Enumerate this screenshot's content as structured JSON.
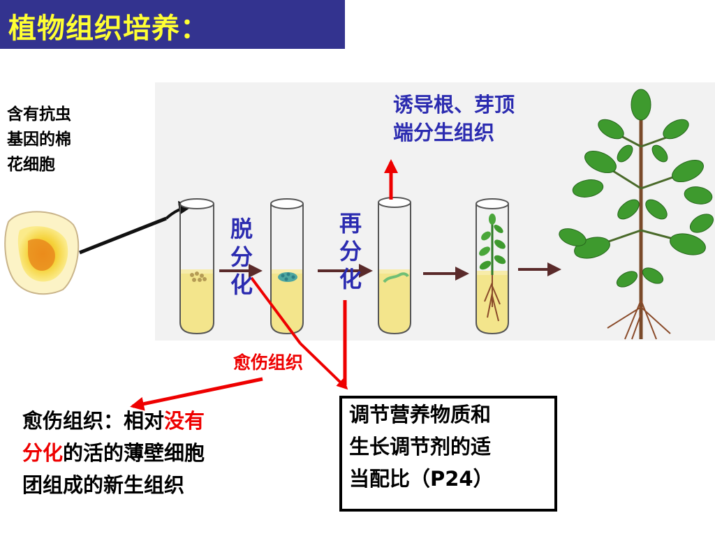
{
  "title": "植物组织培养：",
  "cell_label": {
    "lines": [
      "含有抗虫",
      "基因的棉",
      "花细胞"
    ]
  },
  "stages": {
    "dedifferentiation": [
      "脱",
      "分",
      "化"
    ],
    "redifferentiation": [
      "再",
      "分",
      "化"
    ]
  },
  "top_note": {
    "lines": [
      "诱导根、芽顶",
      "端分生组织"
    ]
  },
  "callus_tag": "愈伤组织",
  "definition": {
    "part1": "愈伤组织：相对",
    "highlight1": "没有",
    "highlight2": "分化",
    "part2": "的活的薄壁细胞",
    "line3": "团组成的新生组织"
  },
  "ratio_box": {
    "lines": [
      "调节营养物质和",
      "生长调节剂的适",
      "当配比（P24）"
    ]
  },
  "colors": {
    "title_bg": "#33338f",
    "title_text": "#ffff33",
    "stage_text": "#2b2bb0",
    "highlight": "#ee0000",
    "medium": "#f3e58c",
    "leaf": "#3e9a2e",
    "root": "#8a4b2a"
  }
}
